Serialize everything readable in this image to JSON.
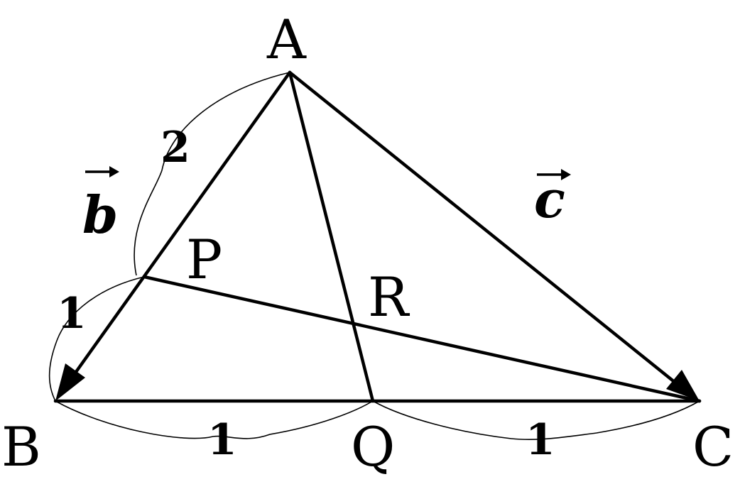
{
  "points": {
    "A": "A",
    "B": "B",
    "C": "C",
    "P": "P",
    "Q": "Q",
    "R": "R"
  },
  "ratios": {
    "AP": "2",
    "PB": "1",
    "BQ": "1",
    "QC": "1"
  },
  "vectors": {
    "b": "b",
    "c": "c"
  }
}
